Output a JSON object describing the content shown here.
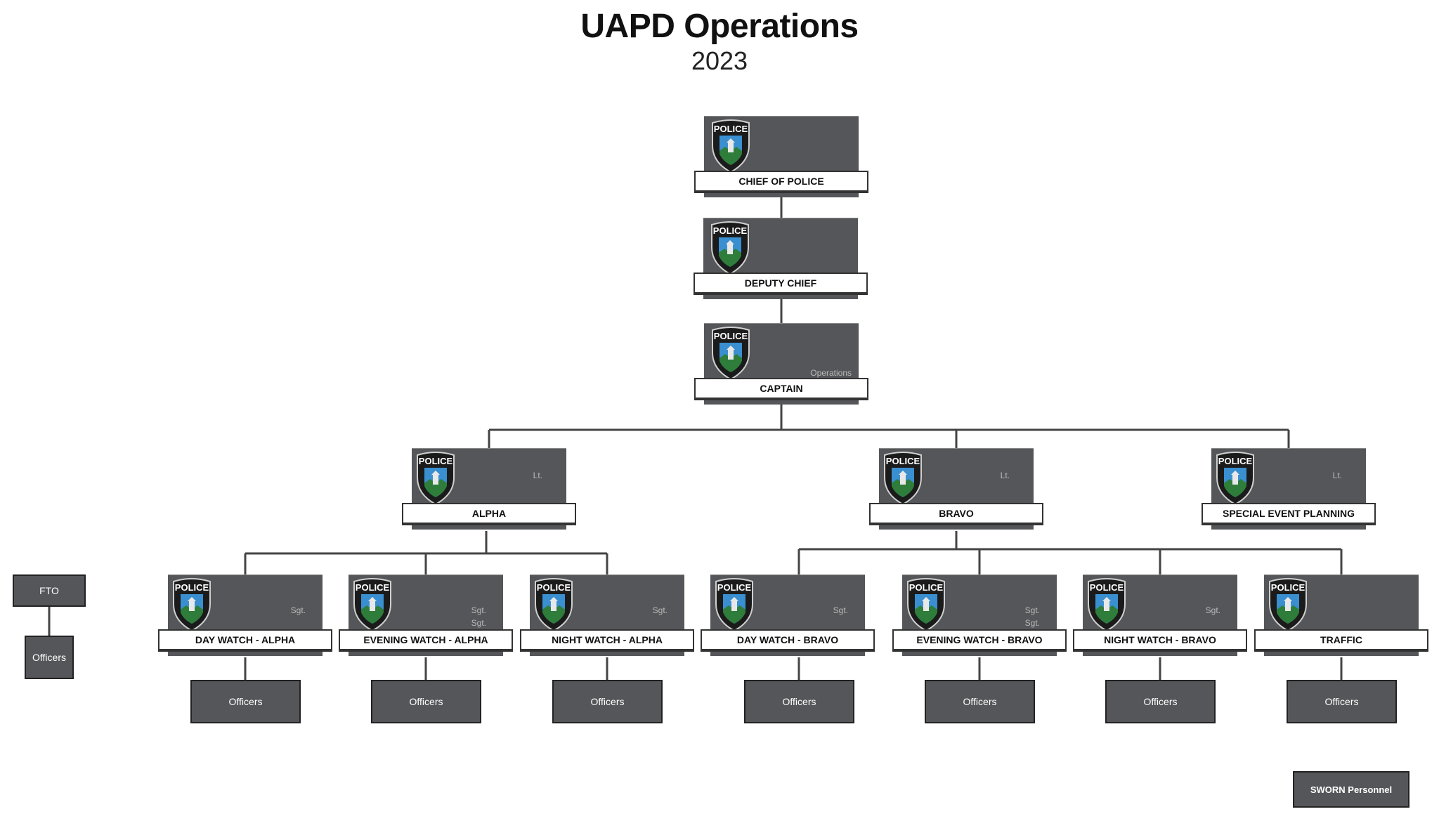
{
  "title": "UAPD Operations",
  "subtitle": "2023",
  "badge_text": "POLICE",
  "nodes": {
    "chief": {
      "label": "CHIEF OF POLICE",
      "role": ""
    },
    "deputy": {
      "label": "DEPUTY CHIEF",
      "role": ""
    },
    "captain": {
      "label": "CAPTAIN",
      "role": "Operations"
    },
    "alpha": {
      "label": "ALPHA",
      "role": "Lt."
    },
    "bravo": {
      "label": "BRAVO",
      "role": "Lt."
    },
    "special": {
      "label": "SPECIAL EVENT PLANNING",
      "role": "Lt."
    },
    "day_alpha": {
      "label": "DAY WATCH - ALPHA",
      "role": "Sgt."
    },
    "evening_alpha": {
      "label": "EVENING WATCH - ALPHA",
      "role": "Sgt.\nSgt."
    },
    "night_alpha": {
      "label": "NIGHT WATCH - ALPHA",
      "role": "Sgt."
    },
    "day_bravo": {
      "label": "DAY WATCH - BRAVO",
      "role": "Sgt."
    },
    "evening_bravo": {
      "label": "EVENING WATCH - BRAVO",
      "role": "Sgt.\nSgt."
    },
    "night_bravo": {
      "label": "NIGHT WATCH - BRAVO",
      "role": "Sgt."
    },
    "traffic": {
      "label": "TRAFFIC",
      "role": ""
    }
  },
  "officers_label": "Officers",
  "fto_label": "FTO",
  "legend_label": "SWORN Personnel"
}
